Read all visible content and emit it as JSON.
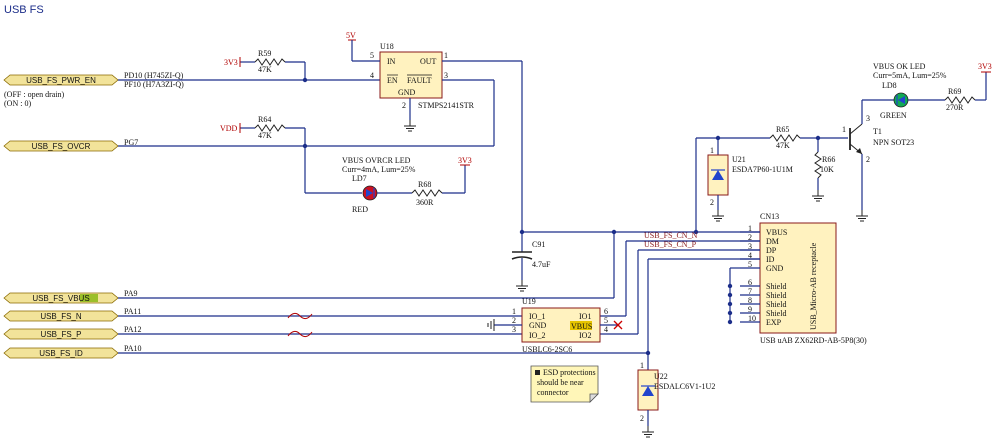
{
  "title": "USB FS",
  "ports": {
    "pwr_en": "USB_FS_PWR_EN",
    "ovcr": "USB_FS_OVCR",
    "vbus": "USB_FS_VBUS",
    "n": "USB_FS_N",
    "p": "USB_FS_P",
    "id": "USB_FS_ID"
  },
  "notes": {
    "off": "(OFF : open drain)",
    "on": "(ON : 0)",
    "esd": [
      "ESD protections",
      "should be near",
      "connector"
    ]
  },
  "pins": {
    "pd10": "PD10 (H745ZI-Q)",
    "pf10": "PF10 (H7A3ZI-Q)",
    "pg7": "PG7",
    "pa9": "PA9",
    "pa11": "PA11",
    "pa12": "PA12",
    "pa10": "PA10"
  },
  "power": {
    "v3v3": "3V3",
    "v5": "5V",
    "vdd": "VDD"
  },
  "parts": {
    "r59": {
      "ref": "R59",
      "val": "47K"
    },
    "r64": {
      "ref": "R64",
      "val": "47K"
    },
    "r68": {
      "ref": "R68",
      "val": "360R"
    },
    "r65": {
      "ref": "R65",
      "val": "47K"
    },
    "r66": {
      "ref": "R66",
      "val": "10K"
    },
    "r69": {
      "ref": "R69",
      "val": "270R"
    },
    "u18": {
      "ref": "U18",
      "part": "STMPS2141STR",
      "in": "IN",
      "out": "OUT",
      "en": "EN",
      "fault": "FAULT",
      "gnd": "GND",
      "p5": "5",
      "p1": "1",
      "p4": "4",
      "p3": "3",
      "p2": "2"
    },
    "c91": {
      "ref": "C91",
      "val": "4.7uF"
    },
    "ld7": {
      "title": "VBUS OVRCR LED",
      "spec": "Curr=4mA, Lum=25%",
      "ref": "LD7",
      "color": "RED"
    },
    "ld8": {
      "title": "VBUS OK LED",
      "spec": "Curr=5mA, Lum=25%",
      "ref": "LD8",
      "color": "GREEN"
    },
    "u21": {
      "ref": "U21",
      "part": "ESDA7P60-1U1M",
      "p1": "1",
      "p2": "2"
    },
    "t1": {
      "ref": "T1",
      "part": "NPN SOT23",
      "p1": "1",
      "p2": "2",
      "p3": "3"
    },
    "cn13": {
      "ref": "CN13",
      "part": "USB uAB ZX62RD-AB-5P8(30)",
      "vert": "USB_Micro-AB receptacle",
      "pins": [
        {
          "num": "1",
          "name": "VBUS"
        },
        {
          "num": "2",
          "name": "DM"
        },
        {
          "num": "3",
          "name": "DP"
        },
        {
          "num": "4",
          "name": "ID"
        },
        {
          "num": "5",
          "name": "GND"
        },
        {
          "num": "6",
          "name": "Shield"
        },
        {
          "num": "7",
          "name": "Shield"
        },
        {
          "num": "8",
          "name": "Shield"
        },
        {
          "num": "9",
          "name": "Shield"
        },
        {
          "num": "10",
          "name": "EXP"
        }
      ]
    },
    "u19": {
      "ref": "U19",
      "part": "USBLC6-2SC6",
      "io1l": "IO_1",
      "gnd": "GND",
      "io2l": "IO_2",
      "io1r": "IO1",
      "vbus": "VBUS",
      "io2r": "IO2",
      "p1": "1",
      "p2": "2",
      "p3": "3",
      "p6": "6",
      "p5": "5",
      "p4": "4"
    },
    "u22": {
      "ref": "U22",
      "part": "ESDALC6V1-1U2",
      "p1": "1",
      "p2": "2"
    }
  },
  "nets": {
    "cn_n": "USB_FS_CN_N",
    "cn_p": "USB_FS_CN_P"
  },
  "colors": {
    "wire": "#1c2e8a",
    "port_fill": "#f2e39a",
    "ic_fill": "#fff2bf",
    "red_led": "#cc1122",
    "green_led": "#11aa55"
  }
}
